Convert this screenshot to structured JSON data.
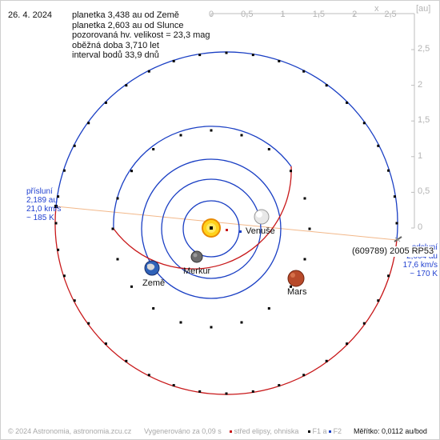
{
  "date": "26. 4. 2024",
  "info_lines": [
    "planetka 3,438 au od Země",
    "planetka 2,603 au od Slunce",
    "pozorovaná hv. velikost = 23,3 mag",
    "oběžná doba 3,710 let",
    "interval bodů 33,9 dnů"
  ],
  "axis": {
    "x_label": "x",
    "unit": "[au]",
    "x_ticks": [
      "0",
      "0,5",
      "1",
      "1,5",
      "2",
      "2,5"
    ],
    "y_ticks": [
      "2,5",
      "2",
      "1,5",
      "1",
      "0,5",
      "0"
    ]
  },
  "perihelion": {
    "title": "přísluní",
    "dist": "2,189 au",
    "speed": "21,0 km/s",
    "temp": "~ 185 K"
  },
  "aphelion": {
    "title": "odsluní",
    "dist": "2,604 au",
    "speed": "17,6 km/s",
    "temp": "~ 170 K"
  },
  "labels": {
    "venus": "Venuše",
    "mercury": "Merkur",
    "earth": "Země",
    "mars": "Mars",
    "asteroid": "(609789) 2005 RP53"
  },
  "footer": {
    "copyright": "© 2024 Astronomia, astronomia.zcu.cz",
    "generated": "Vygenerováno za 0,09 s",
    "legend_center": "střed elipsy, ohniska",
    "legend_foci": "F1 a",
    "legend_f2": "F2",
    "scale": "Měřítko: 0,0112 au/bod"
  },
  "colors": {
    "orbit_blue": "#1a3fc4",
    "orbit_red": "#c8181a",
    "apsidal_line": "#f2b88a",
    "dot": "#000000"
  }
}
